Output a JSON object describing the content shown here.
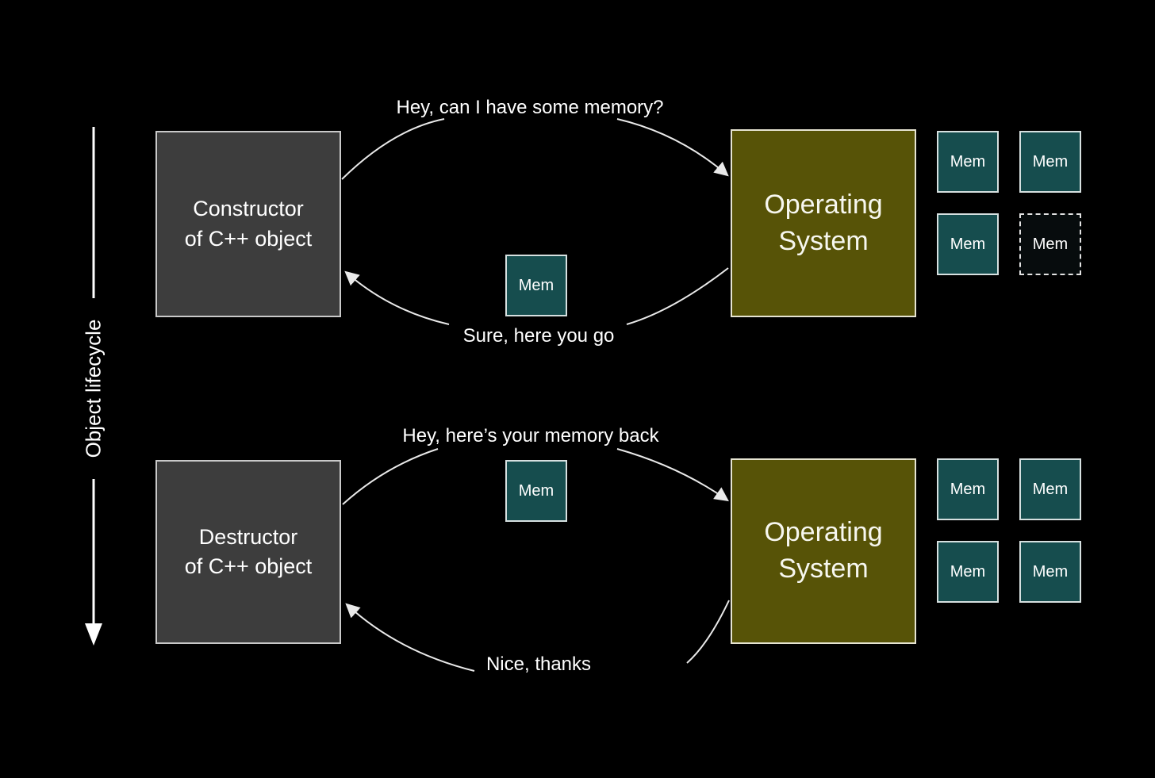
{
  "colors": {
    "background": "#000000",
    "actor_box_fill": "#3d3d3d",
    "actor_box_border": "#c9c9c9",
    "os_box_fill": "#575307",
    "os_box_border": "#e6e4d2",
    "mem_box_fill": "#164d4e",
    "mem_box_border": "#d6e0e0",
    "mem_lent_fill": "#070c0d",
    "mem_lent_border": "#e2e2e2",
    "text": "#ffffff",
    "arrow": "#e9e9e9"
  },
  "lifecycle_axis": {
    "label": "Object lifecycle"
  },
  "allocation_flow": {
    "actor_line1": "Constructor",
    "actor_line2": "of C++ object",
    "os_line1": "Operating",
    "os_line2": "System",
    "request_label": "Hey, can I have some memory?",
    "response_label": "Sure, here you go",
    "transit_mem_label": "Mem",
    "mem_grid": [
      {
        "label": "Mem",
        "state": "owned"
      },
      {
        "label": "Mem",
        "state": "owned"
      },
      {
        "label": "Mem",
        "state": "owned"
      },
      {
        "label": "Mem",
        "state": "lent"
      }
    ]
  },
  "deallocation_flow": {
    "actor_line1": "Destructor",
    "actor_line2": "of C++ object",
    "os_line1": "Operating",
    "os_line2": "System",
    "request_label": "Hey, here’s your memory back",
    "response_label": "Nice, thanks",
    "transit_mem_label": "Mem",
    "mem_grid": [
      {
        "label": "Mem",
        "state": "owned"
      },
      {
        "label": "Mem",
        "state": "owned"
      },
      {
        "label": "Mem",
        "state": "owned"
      },
      {
        "label": "Mem",
        "state": "owned"
      }
    ]
  }
}
